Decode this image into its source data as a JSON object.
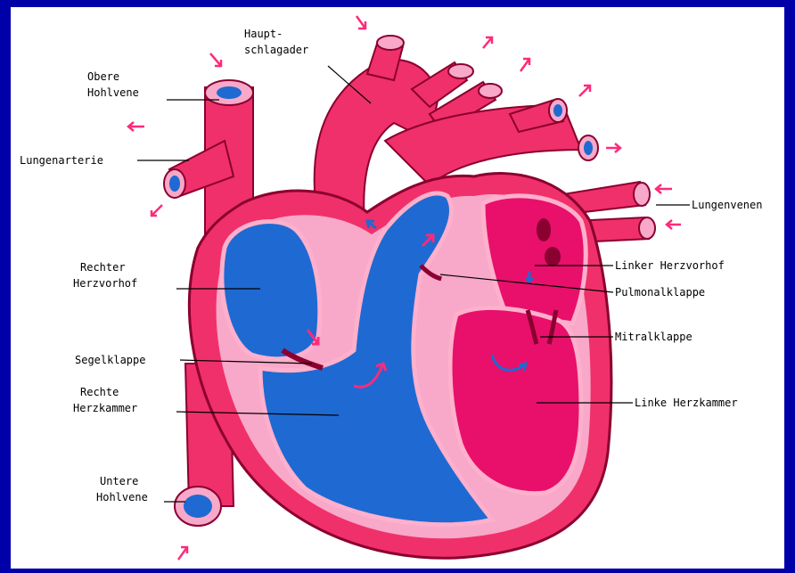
{
  "labels": {
    "obere_hohlvene": [
      "Obere",
      "Hohlvene"
    ],
    "lungenarterie": "Lungenarterie",
    "hauptschlagader": [
      "Haupt-",
      "schlagader"
    ],
    "lungenvenen": "Lungenvenen",
    "rechter_herzvorhof": [
      "Rechter",
      "Herzvorhof"
    ],
    "linker_herzvorhof": "Linker Herzvorhof",
    "pulmonalklappe": "Pulmonalklappe",
    "segelklappe": "Segelklappe",
    "mitralklappe": "Mitralklappe",
    "rechte_herzkammer": [
      "Rechte",
      "Herzkammer"
    ],
    "linke_herzkammer": "Linke Herzkammer",
    "untere_hohlvene": [
      "Untere",
      "Hohlvene"
    ]
  },
  "colors": {
    "frame": "#0000a8",
    "vessel": "#f0306a",
    "wall_light": "#f8a8c8",
    "oxygenated": "#e8106a",
    "deoxygenated": "#1e6ad2",
    "arrow": "#ff2a7a"
  }
}
